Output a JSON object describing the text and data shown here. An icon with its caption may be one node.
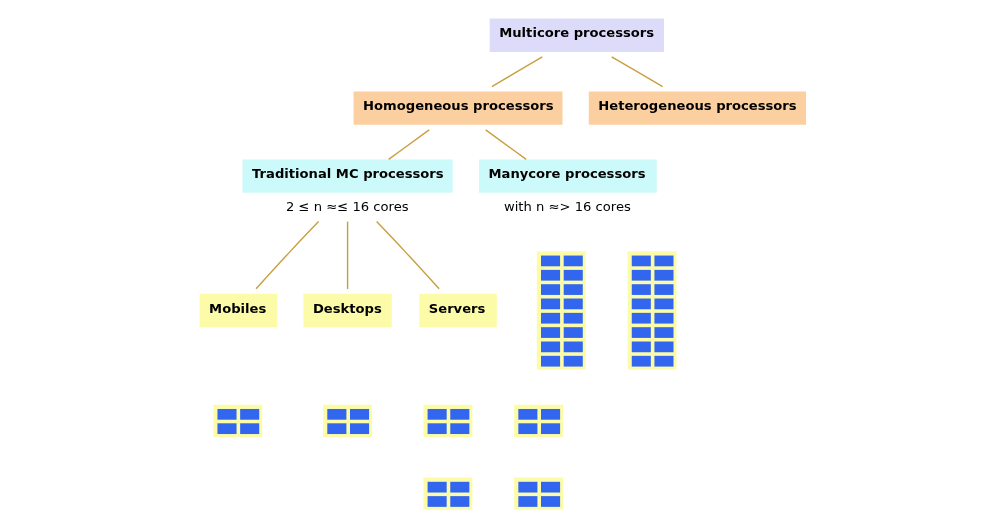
{
  "diagram": {
    "nodes": [
      {
        "text": [
          "Multicore processors"
        ]
      },
      {
        "text": [
          "Homogeneous processors"
        ]
      },
      {
        "text": [
          "Heterogeneous processors"
        ]
      },
      {
        "text": [
          "Traditional MC processors"
        ],
        "beside": [
          "2 ≤ n ≈≤ 16 cores"
        ]
      },
      {
        "text": [
          "Manycore processors"
        ],
        "beside": [
          "with n ≈> 16 cores"
        ]
      },
      {
        "text": [
          "Mobiles"
        ]
      },
      {
        "text": [
          "Desktops"
        ]
      },
      {
        "text": [
          "Servers"
        ]
      },
      {
        "text": [],
        "shape": "picture"
      },
      {
        "text": [],
        "shape": "picture"
      },
      {
        "text": [],
        "shape": "picture"
      },
      {
        "text": [],
        "shape": "picture"
      },
      {
        "text": [],
        "shape": "picture"
      },
      {
        "text": [],
        "shape": "picture"
      },
      {
        "text": [],
        "shape": "picture"
      },
      {
        "text": [],
        "shape": "picture"
      }
    ],
    "edges": [
      {
        "from": 0,
        "to": 1,
        "arrow": "none"
      },
      {
        "from": 0,
        "to": 2,
        "arrow": "none"
      },
      {
        "from": 1,
        "to": 3,
        "arrow": "none"
      },
      {
        "from": 1,
        "to": 4,
        "arrow": "none"
      },
      {
        "from": 3,
        "to": 5,
        "arrow": "none"
      },
      {
        "from": 3,
        "to": 6,
        "arrow": "none"
      },
      {
        "from": 3,
        "to": 7,
        "arrow": "none"
      }
    ]
  }
}
